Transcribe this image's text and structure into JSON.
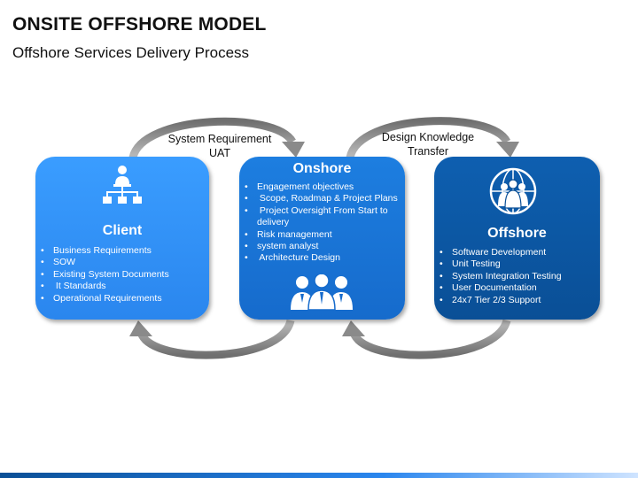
{
  "title": "ONSITE OFFSHORE MODEL",
  "subtitle": "Offshore Services Delivery Process",
  "arrow_labels": {
    "top_left_line1": "System Requirement",
    "top_left_line2": "UAT",
    "top_right_line1": "Design Knowledge",
    "top_right_line2": "Transfer"
  },
  "client": {
    "heading": "Client",
    "items": [
      "Business Requirements",
      "SOW",
      "Existing System Documents",
      " It Standards",
      "Operational Requirements"
    ],
    "icon": "hierarchy-person-icon"
  },
  "onshore": {
    "heading": "Onshore",
    "items": [
      "Engagement objectives",
      " Scope, Roadmap & Project Plans",
      " Project Oversight From Start to delivery",
      "Risk management",
      "system analyst",
      " Architecture Design"
    ],
    "icon": "team-icon"
  },
  "offshore": {
    "heading": "Offshore",
    "items": [
      "Software Development",
      "Unit Testing",
      "System Integration Testing",
      "User Documentation",
      "24x7 Tier 2/3 Support"
    ],
    "icon": "global-team-icon"
  },
  "colors": {
    "client": "#2a86ee",
    "onshore": "#166bcc",
    "offshore": "#0a4f96",
    "arrow": "#9a9a9a"
  }
}
